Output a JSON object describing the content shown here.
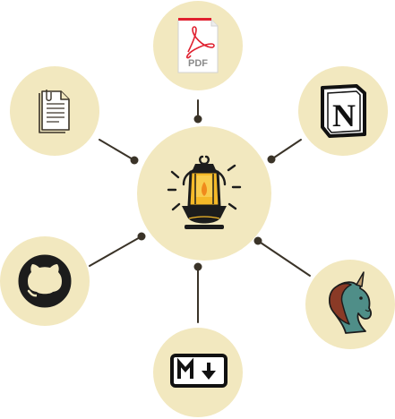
{
  "diagram": {
    "colors": {
      "circle_fill": "#F2E8BF",
      "connector": "#3A3328",
      "lamp_glass": "#F5B928",
      "lamp_metal": "#1C1C1C",
      "pdf_red": "#E0202F",
      "unicorn_body": "#4F8E88",
      "unicorn_mane": "#8A3A26",
      "unicorn_horn": "#C1A072"
    },
    "center": {
      "name": "lantern",
      "icon": "lantern-icon"
    },
    "nodes": [
      {
        "name": "pdf",
        "icon": "pdf-document-icon",
        "label": "PDF"
      },
      {
        "name": "notion",
        "icon": "notion-icon",
        "label": "N"
      },
      {
        "name": "text-file",
        "icon": "text-file-icon"
      },
      {
        "name": "github",
        "icon": "github-icon"
      },
      {
        "name": "markdown",
        "icon": "markdown-icon"
      },
      {
        "name": "unicorn",
        "icon": "unicorn-icon"
      }
    ]
  }
}
